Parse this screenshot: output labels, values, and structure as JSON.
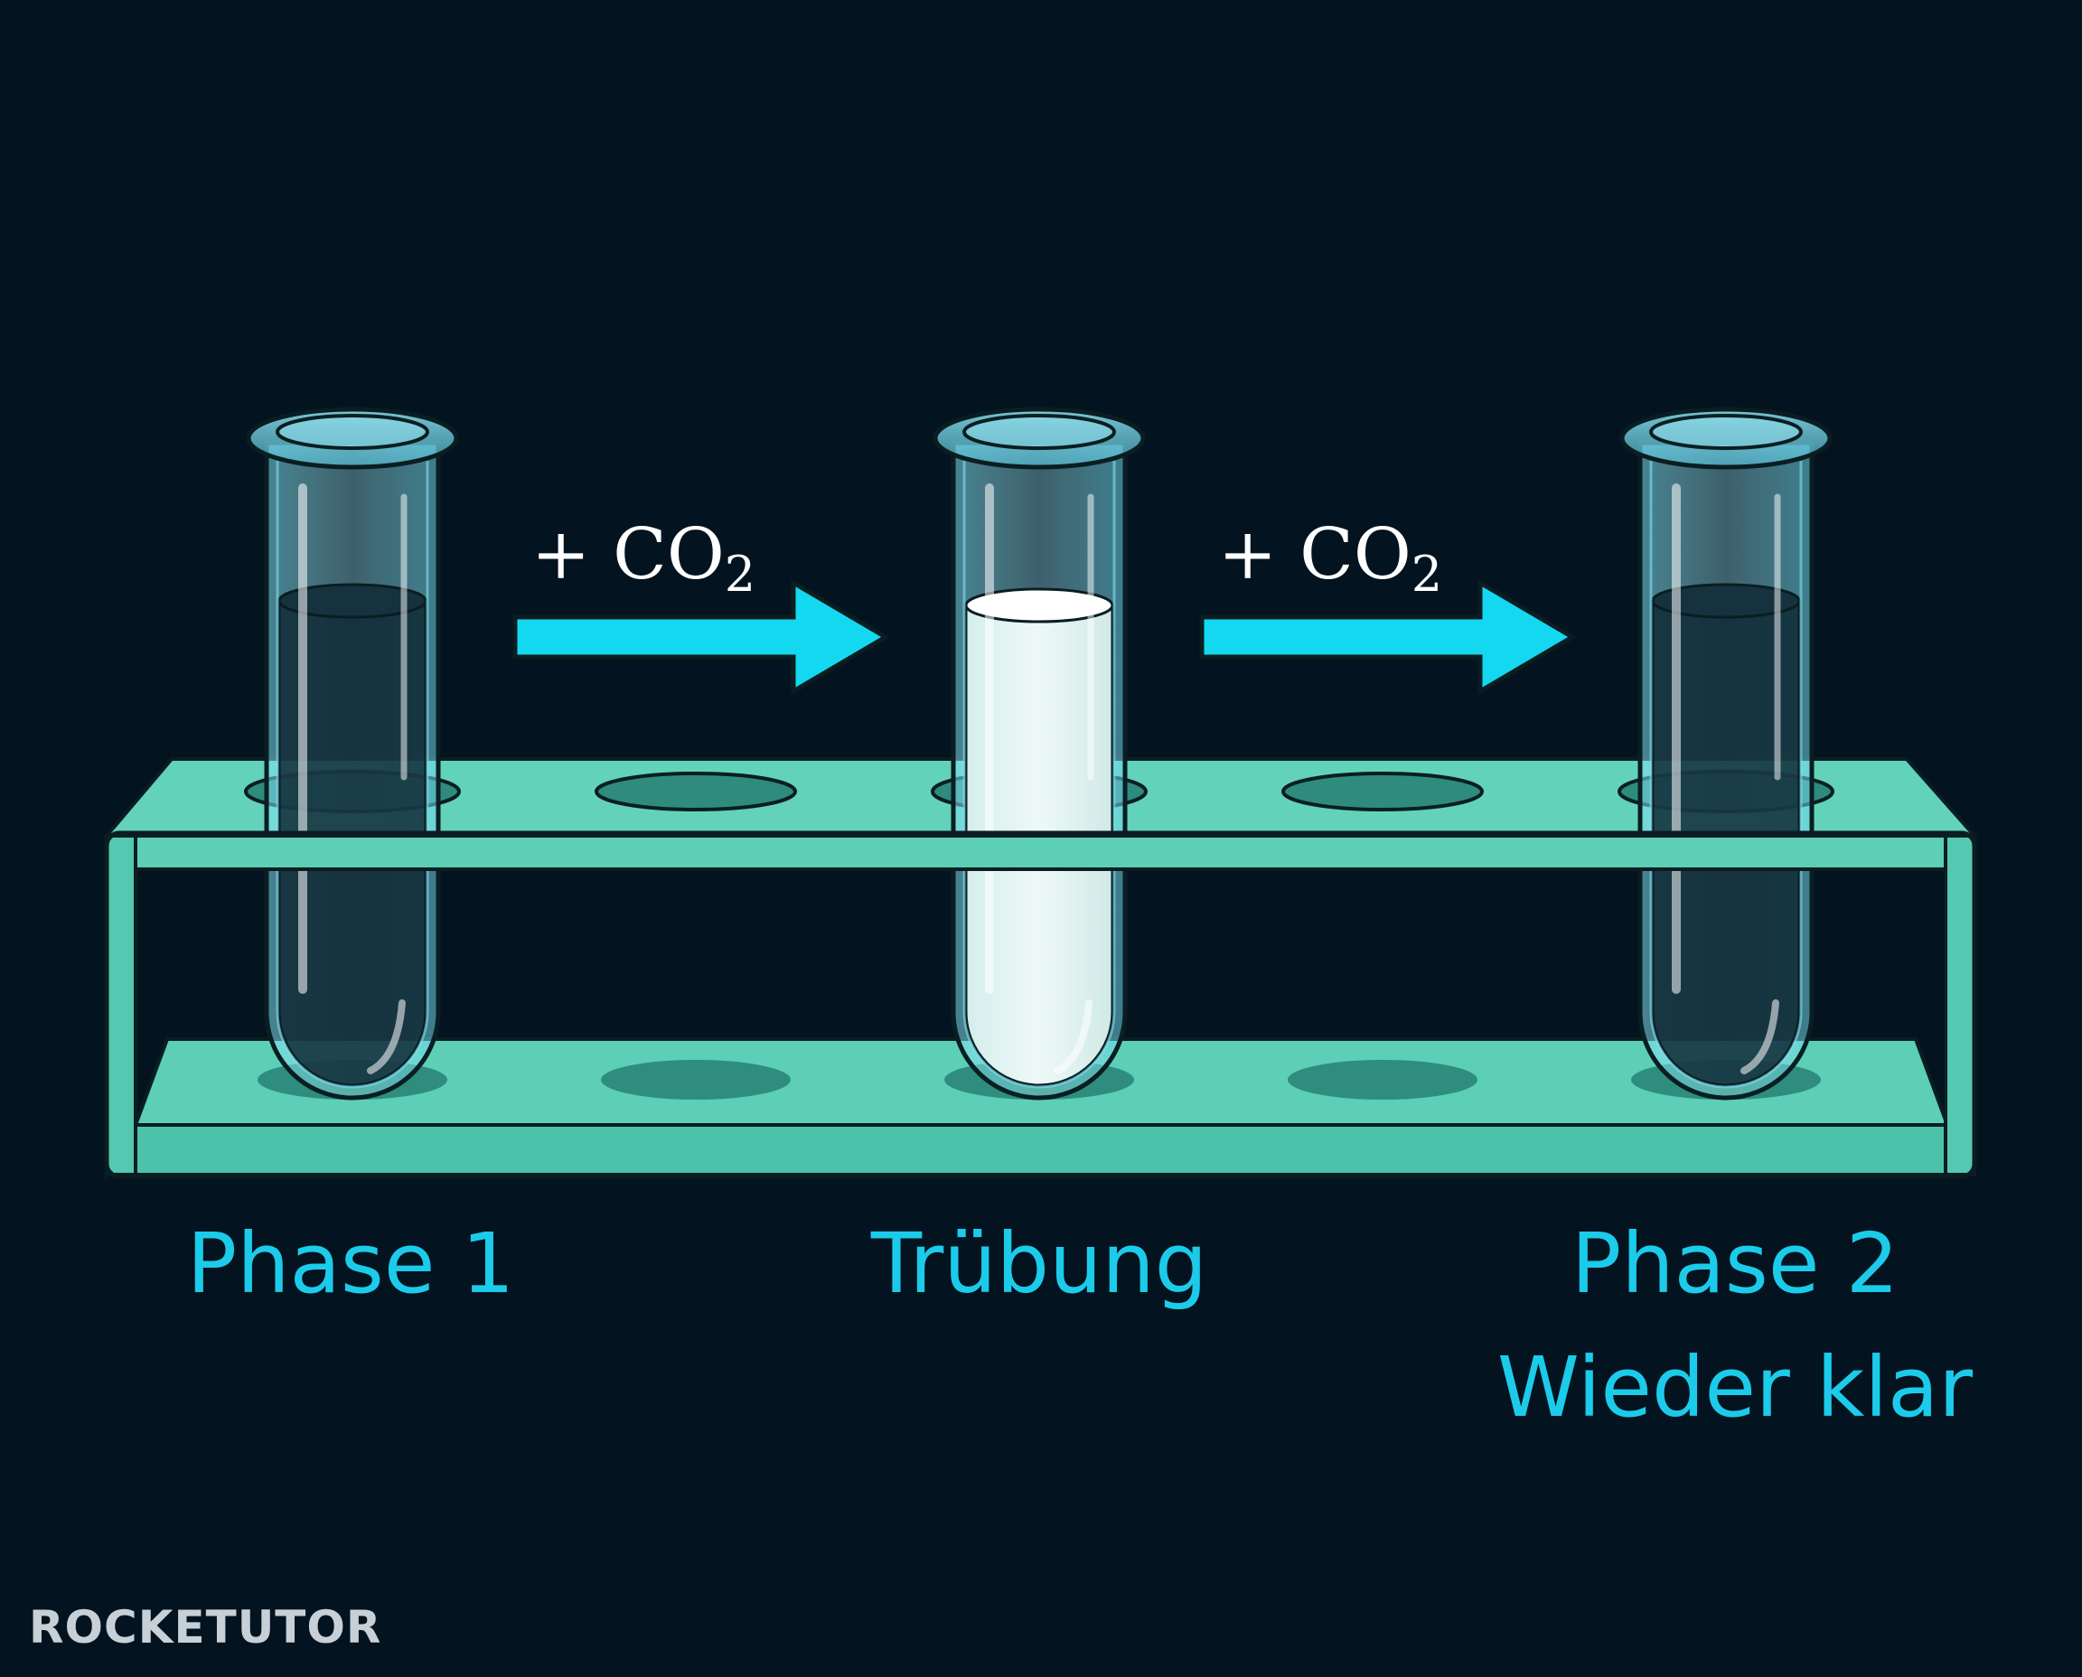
{
  "colors": {
    "background": "#03131f",
    "rack": "#5fcfb8",
    "rack_dark": "#3a9f8e",
    "arrow": "#14d8f0",
    "label": "#1ccbea",
    "glass": "#8fe6f5",
    "liquid_clear": "#0f2a36",
    "liquid_cloudy": "#e4f4f2"
  },
  "tubes": [
    {
      "label": "Phase 1",
      "liquid": "clear"
    },
    {
      "label": "Trübung",
      "liquid": "cloudy"
    },
    {
      "label": "Phase 2",
      "sublabel": "Wieder klar",
      "liquid": "clear"
    }
  ],
  "arrows": [
    {
      "prefix": "+ CO",
      "subscript": "2"
    },
    {
      "prefix": "+ CO",
      "subscript": "2"
    }
  ],
  "logo": {
    "text": "ROCKETUTOR"
  }
}
